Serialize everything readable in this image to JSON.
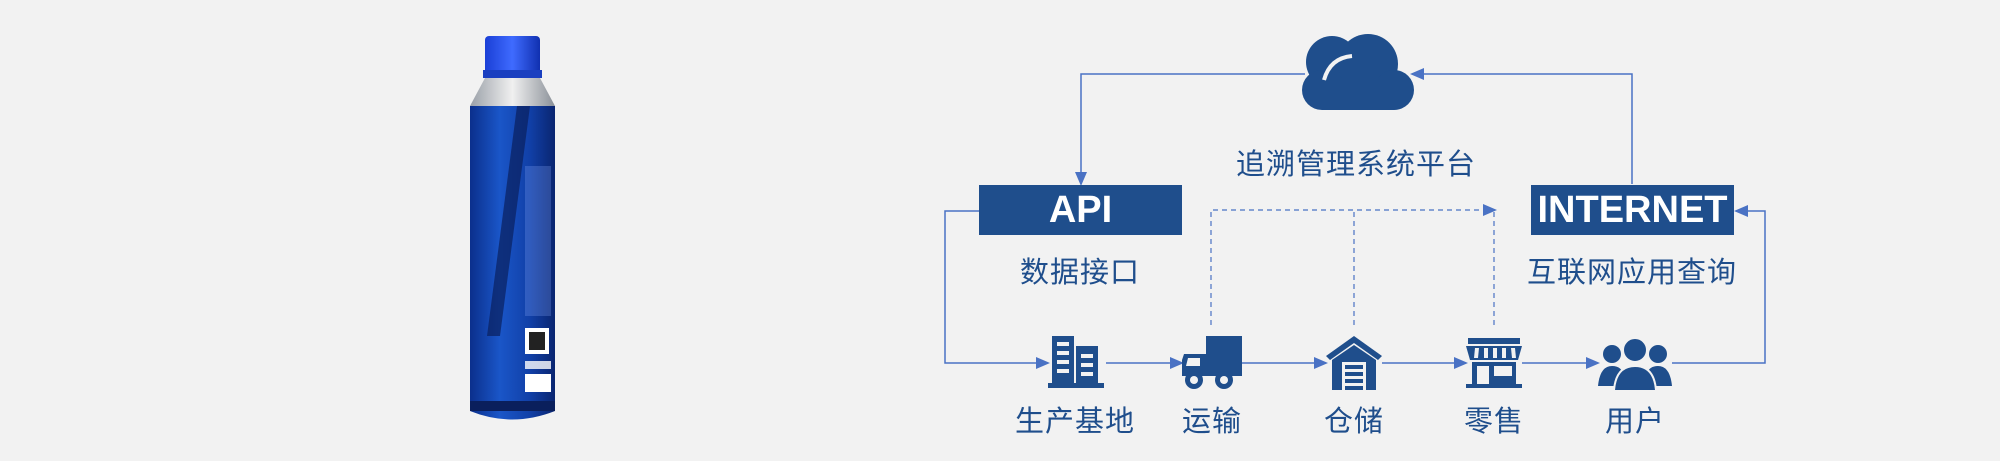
{
  "platform": {
    "label": "追溯管理系统平台",
    "icon": "cloud-icon"
  },
  "api_box": {
    "title": "API",
    "subtitle": "数据接口"
  },
  "internet_box": {
    "title": "INTERNET",
    "subtitle": "互联网应用查询"
  },
  "chain": [
    {
      "label": "生产基地",
      "icon": "factory-icon"
    },
    {
      "label": "运输",
      "icon": "truck-icon"
    },
    {
      "label": "仓储",
      "icon": "warehouse-icon"
    },
    {
      "label": "零售",
      "icon": "store-icon"
    },
    {
      "label": "用户",
      "icon": "users-icon"
    }
  ],
  "colors": {
    "primary": "#1f4e8c",
    "line": "#4a72c4",
    "background": "#f2f2f2"
  }
}
